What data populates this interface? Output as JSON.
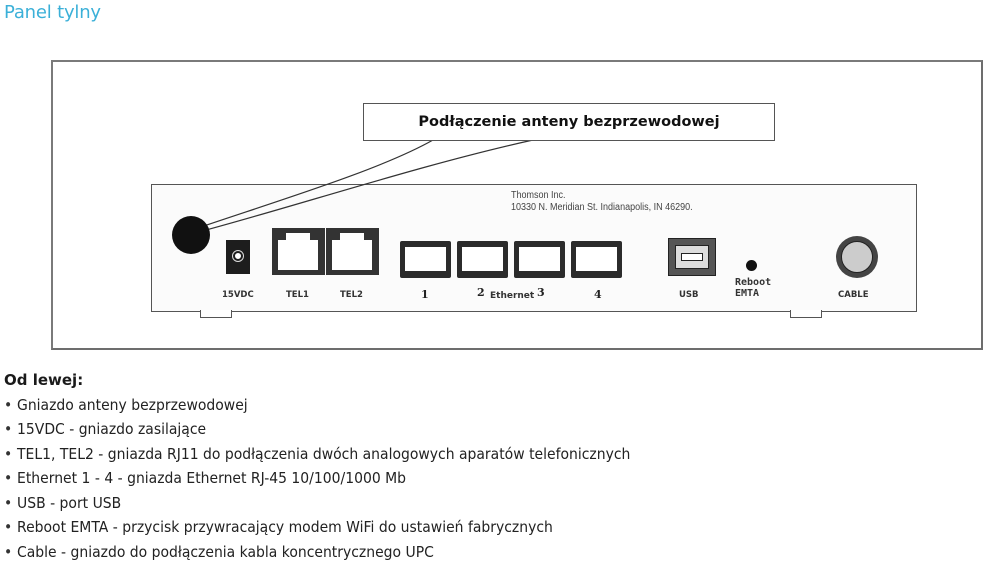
{
  "page": {
    "title": "Panel tylny"
  },
  "figure": {
    "callout": "Podłączenie anteny bezprzewodowej",
    "maker_line1": "Thomson Inc.",
    "maker_line2": "10330 N. Meridian St. Indianapolis, IN 46290.",
    "ports": {
      "dc": "15VDC",
      "tel1": "TEL1",
      "tel2": "TEL2",
      "eth1": "1",
      "eth2": "2",
      "eth_label": "Ethernet",
      "eth3": "3",
      "eth4": "4",
      "usb": "USB",
      "reboot_line1": "Reboot",
      "reboot_line2": "EMTA",
      "cable": "CABLE"
    }
  },
  "description": {
    "heading": "Od lewej:",
    "items": [
      "Gniazdo anteny bezprzewodowej",
      "15VDC - gniazdo zasilające",
      "TEL1,  TEL2 - gniazda RJ11 do podłączenia dwóch analogowych aparatów telefonicznych",
      "Ethernet 1 - 4 - gniazda Ethernet RJ-45 10/100/1000 Mb",
      "USB -  port USB",
      "Reboot EMTA - przycisk przywracający modem WiFi do ustawień fabrycznych",
      "Cable - gniazdo do podłączenia kabla koncentrycznego UPC"
    ]
  }
}
